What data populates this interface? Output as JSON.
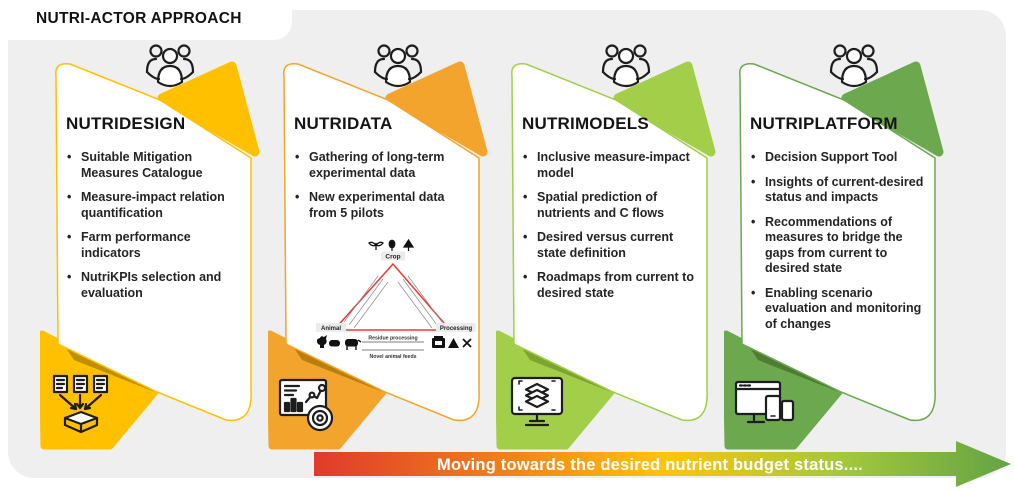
{
  "title": "NUTRI-ACTOR APPROACH",
  "background_color": "#efefef",
  "arrow": {
    "label": "Moving towards the desired nutrient budget status....",
    "gradient": [
      "#E03A2C",
      "#F08219",
      "#FFC30B",
      "#A6C93C",
      "#63A344"
    ]
  },
  "cards": [
    {
      "name": "NUTRIDESIGN",
      "color": "#FFC000",
      "dark": "#BF8F00",
      "top_icon": "people-group-icon",
      "bottom_icon": "documents-aggregation-icon",
      "bullets": [
        "Suitable Mitigation Measures Catalogue",
        "Measure-impact relation quantification",
        "Farm performance indicators",
        "NutriKPIs selection and evaluation"
      ]
    },
    {
      "name": "NUTRIDATA",
      "color": "#F2A42C",
      "dark": "#BA7E0E",
      "top_icon": "people-group-icon",
      "bottom_icon": "data-analytics-icon",
      "bullets": [
        "Gathering of long-term experimental data",
        "New experimental data from 5 pilots"
      ],
      "diagram": {
        "nodes": [
          "Crop",
          "Animal",
          "Processing"
        ],
        "flows": [
          "Residue processing",
          "Novel animal feeds"
        ],
        "triangle_color": "#ED3833"
      }
    },
    {
      "name": "NUTRIMODELS",
      "color": "#A2CE4A",
      "dark": "#7CA52F",
      "top_icon": "people-group-icon",
      "bottom_icon": "layers-monitor-icon",
      "bullets": [
        "Inclusive measure-impact model",
        "Spatial prediction of nutrients and C flows",
        "Desired versus current state definition",
        "Roadmaps from current to desired state"
      ]
    },
    {
      "name": "NUTRIPLATFORM",
      "color": "#6BA84E",
      "dark": "#4E7C35",
      "top_icon": "people-group-icon",
      "bottom_icon": "multi-device-icon",
      "bullets": [
        "Decision Support Tool",
        "Insights of current-desired status and impacts",
        "Recommendations of measures to bridge the gaps from current to desired state",
        "Enabling scenario evaluation and monitoring of changes"
      ]
    }
  ]
}
